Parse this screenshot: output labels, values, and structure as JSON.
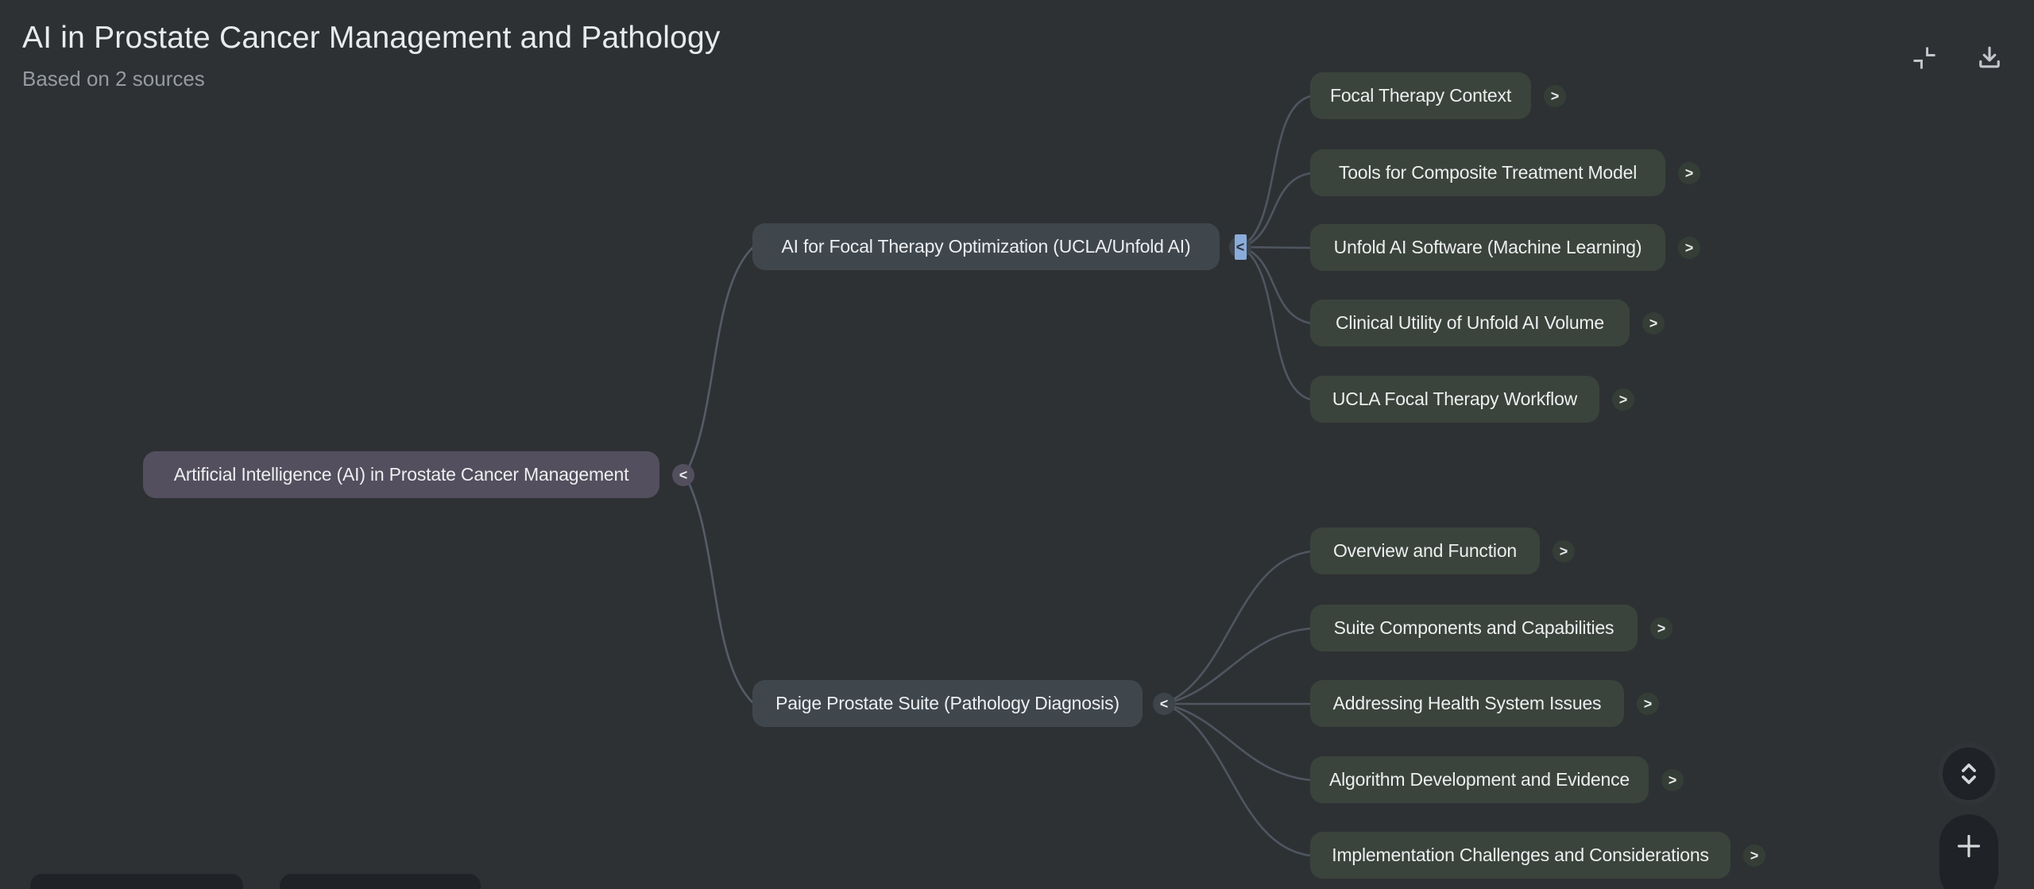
{
  "header": {
    "title": "AI in Prostate Cancer Management and Pathology",
    "subtitle": "Based on 2 sources"
  },
  "toolbar": {
    "collapse_icon": "collapse-content",
    "download_icon": "download"
  },
  "mindmap": {
    "root": {
      "label": "Artificial Intelligence (AI) in Prostate Cancer Management",
      "toggle": "<"
    },
    "branches": [
      {
        "label": "AI for Focal Therapy Optimization (UCLA/Unfold AI)",
        "toggle": "<",
        "selected": true,
        "children": [
          {
            "label": "Focal Therapy Context",
            "toggle": ">"
          },
          {
            "label": "Tools for Composite Treatment Model",
            "toggle": ">"
          },
          {
            "label": "Unfold AI Software (Machine Learning)",
            "toggle": ">"
          },
          {
            "label": "Clinical Utility of Unfold AI Volume",
            "toggle": ">"
          },
          {
            "label": "UCLA Focal Therapy Workflow",
            "toggle": ">"
          }
        ]
      },
      {
        "label": "Paige Prostate Suite (Pathology Diagnosis)",
        "toggle": "<",
        "selected": false,
        "children": [
          {
            "label": "Overview and Function",
            "toggle": ">"
          },
          {
            "label": "Suite Components and Capabilities",
            "toggle": ">"
          },
          {
            "label": "Addressing Health System Issues",
            "toggle": ">"
          },
          {
            "label": "Algorithm Development and Evidence",
            "toggle": ">"
          },
          {
            "label": "Implementation Challenges and Considerations",
            "toggle": ">"
          }
        ]
      }
    ]
  },
  "zoom_controls": {
    "scroll_icon": "unfold-more",
    "add_icon": "plus"
  },
  "colors": {
    "background": "#2e3134",
    "root_node": "#534f5e",
    "branch_node": "#3f474d",
    "leaf_node": "#3a443c",
    "node_text": "#eceef0",
    "title_text": "#e8eaed",
    "subtitle_text": "#969ba1",
    "connector": "#565b69",
    "selection_highlight": "#8aacda",
    "control_button": "#1f2226"
  }
}
